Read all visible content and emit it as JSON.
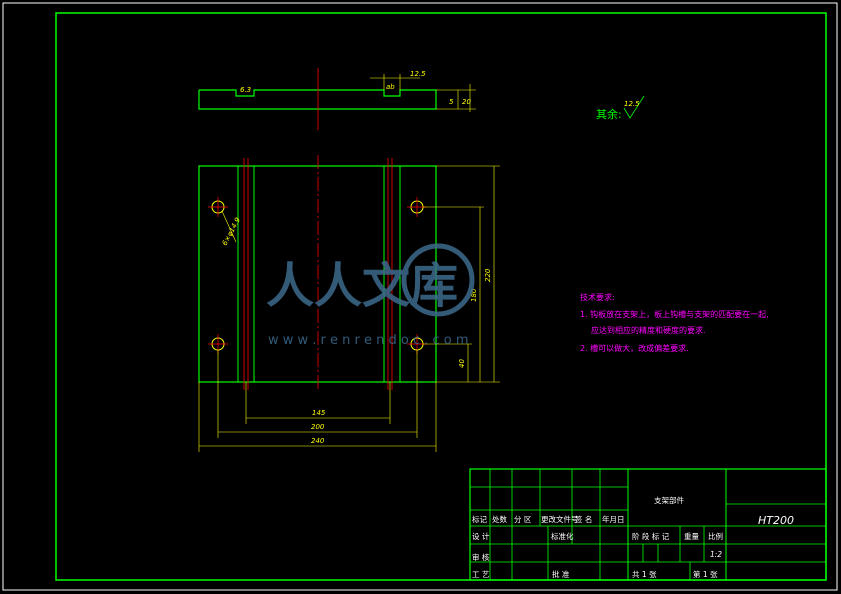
{
  "drawing": {
    "top_view": {
      "roughness_top": "6.3",
      "roughness_slot": "12.5",
      "dim_ab": "ab",
      "dim_5": "5",
      "dim_20": "20"
    },
    "surface_note": {
      "label": "其余:",
      "value": "12.5"
    },
    "front_view": {
      "hole_label": "6×φ14.9",
      "dim_220": "220",
      "dim_180": "180",
      "dim_40": "40",
      "dim_145": "145",
      "dim_200": "200",
      "dim_240": "240"
    },
    "tech_req": {
      "title": "技术要求:",
      "line1": "1. 钩板放在支架上，板上钩槽与支架的匹配要在一起,",
      "line2": "应达到相应的精度和硬度的要求.",
      "line3": "2. 槽可以做大，改成偏差要求."
    },
    "watermark": {
      "text": "人人文库",
      "url": "w w w . r e n r e n d o c . c o m"
    }
  },
  "title_block": {
    "part_name": "支架部件",
    "material": "HT200",
    "headers": [
      "标记",
      "处数",
      "分 区",
      "更改文件号",
      "签 名",
      "年月日"
    ],
    "design": "设 计",
    "standardize": "标准化",
    "review": "审 核",
    "process": "工 艺",
    "approve": "批 准",
    "stage_mark": "阶 段 标 记",
    "weight": "重量",
    "scale": "比例",
    "scale_value": "1:2",
    "total_sheets": "共 1 张",
    "sheet_no": "第 1 张"
  },
  "colors": {
    "frame": "#00ff00",
    "dim": "#ffff00",
    "center": "#ff0000",
    "note": "#ff00ff"
  }
}
